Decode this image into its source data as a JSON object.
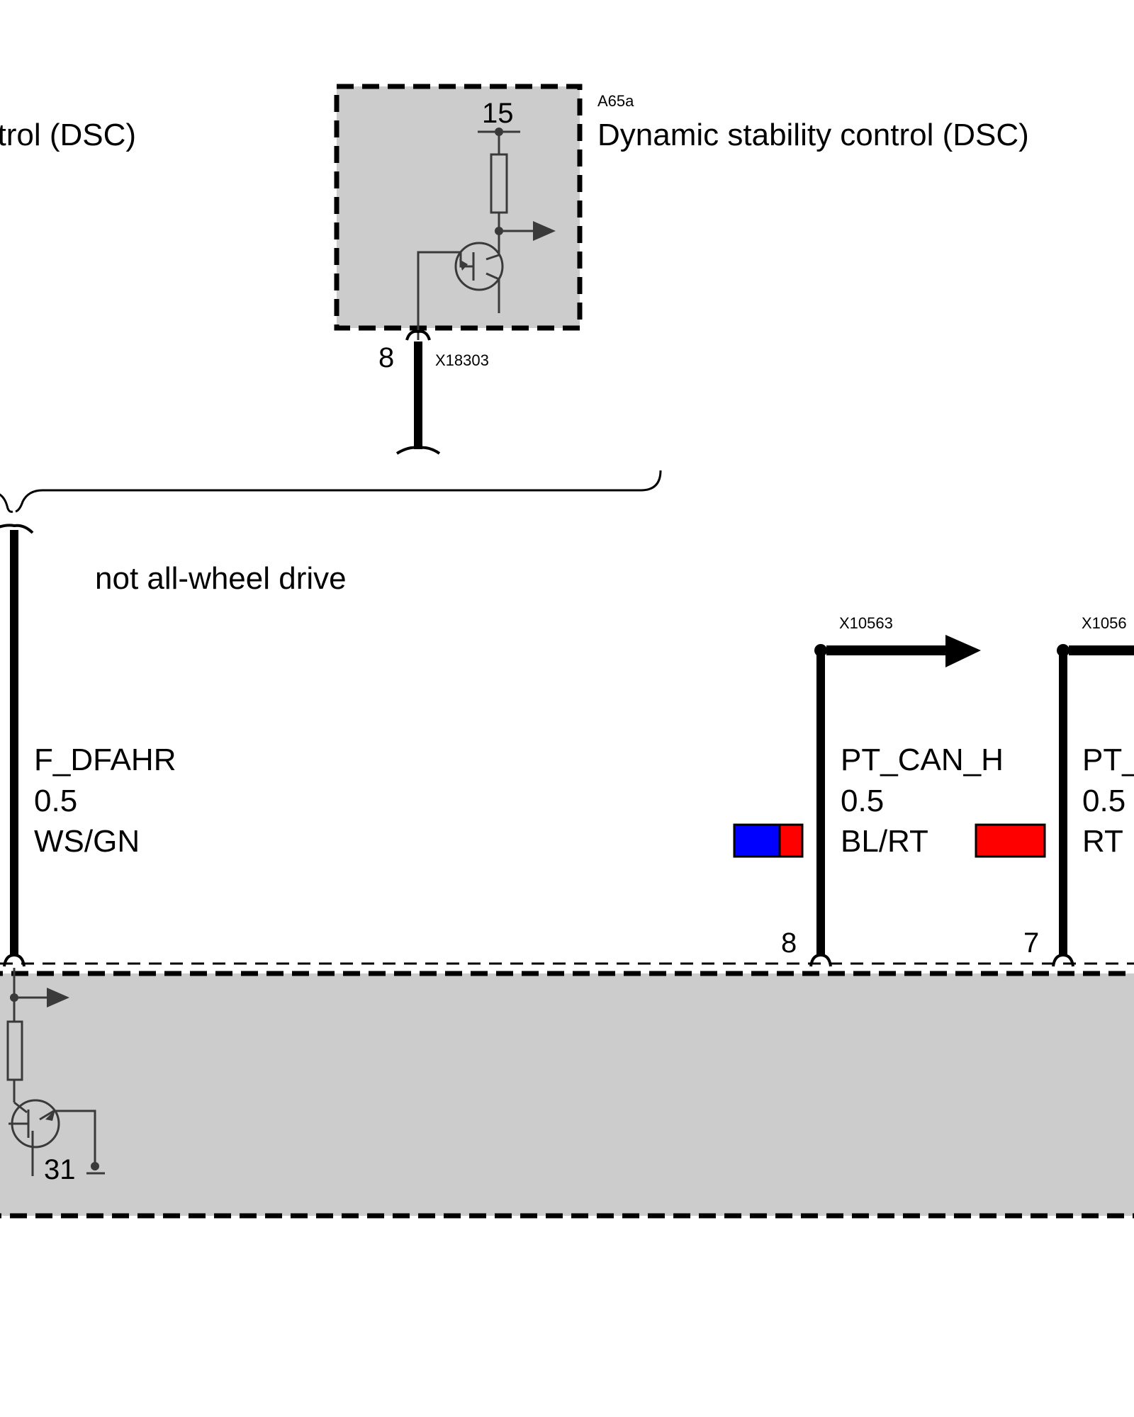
{
  "components": {
    "left_partial": {
      "label": "ntrol (DSC)"
    },
    "a65a": {
      "id": "A65a",
      "name": "Dynamic stability control (DSC)",
      "terminal_15": "15",
      "pin": "8",
      "connector": "X18303"
    },
    "bottom_module": {
      "terminal_31": "31"
    }
  },
  "condition": {
    "label": "not all-wheel drive"
  },
  "wires": [
    {
      "signal": "F_DFAHR",
      "gauge": "0.5",
      "color_code": "WS/GN",
      "swatch": []
    },
    {
      "signal": "PT_CAN_H",
      "gauge": "0.5",
      "color_code": "BL/RT",
      "pin": "8",
      "connector": "X10563",
      "swatch": [
        "#0000ff",
        "#ff0000"
      ]
    },
    {
      "signal": "PT_",
      "gauge": "0.5",
      "color_code": "RT",
      "pin": "7",
      "connector": "X1056",
      "swatch": [
        "#ff0000"
      ]
    }
  ],
  "colors": {
    "module_fill": "#cccccc",
    "line": "#000000",
    "symbol": "#3a3a3a"
  }
}
